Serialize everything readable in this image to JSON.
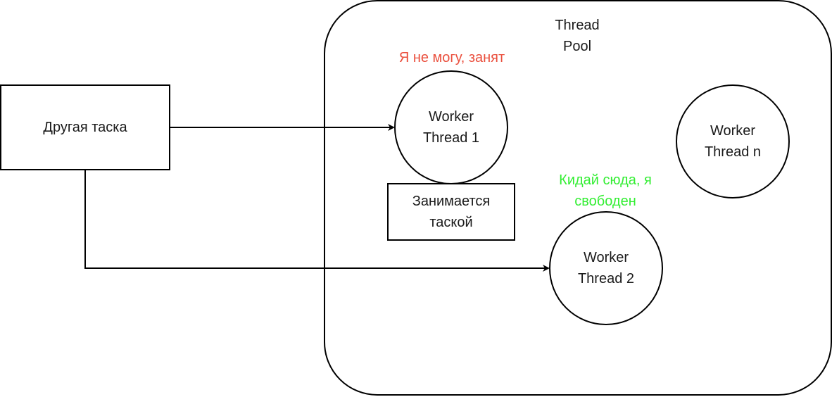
{
  "nodes": {
    "task": {
      "label": "Другая таска"
    },
    "pool": {
      "label": "Thread\nPool"
    },
    "worker1": {
      "label": "Worker\nThread 1"
    },
    "worker2": {
      "label": "Worker\nThread 2"
    },
    "workern": {
      "label": "Worker\nThread n"
    },
    "busy_box": {
      "label": "Занимается\nтаской"
    }
  },
  "annotations": {
    "busy": {
      "text": "Я не могу, занят",
      "color": "#ea4f3d"
    },
    "free": {
      "text": "Кидай сюда, я\nсвободен",
      "color": "#33ee33"
    }
  },
  "edges": [
    {
      "from": "task",
      "to": "worker1"
    },
    {
      "from": "task",
      "to": "worker2"
    }
  ]
}
